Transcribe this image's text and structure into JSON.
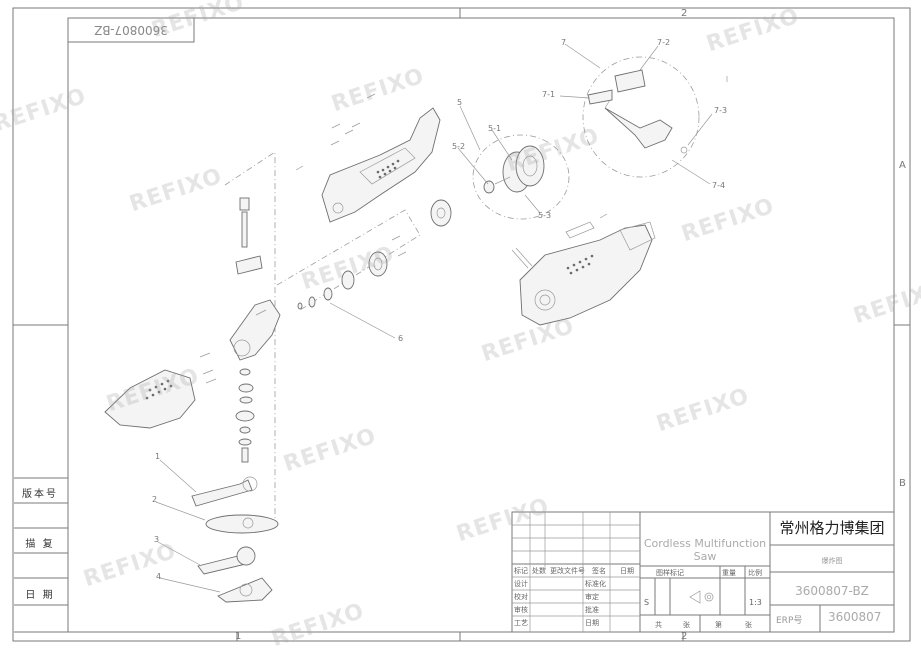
{
  "corner_code": "3600807-BZ",
  "zone_labels": {
    "top": "2",
    "bottom": "2",
    "bottom_left": "1",
    "right_a": "A",
    "right_b": "B"
  },
  "side_labels": {
    "version": "版本号",
    "description": "描 复",
    "date": "日 期"
  },
  "watermark": "REFIXO",
  "part_labels": {
    "p1": "1",
    "p2": "2",
    "p3": "3",
    "p4": "4",
    "p5": "5",
    "p6": "6",
    "p5_1": "5-1",
    "p5_2": "5-2",
    "p5_3": "5-3",
    "p7": "7",
    "p7_1": "7-1",
    "p7_2": "7-2",
    "p7_3": "7-3",
    "p7_4": "7-4"
  },
  "title_block": {
    "company": "常州格力博集团",
    "product": "Cordless Multifunction Saw",
    "subtitle": "爆炸图",
    "drawing_number": "3600807-BZ",
    "erp_label": "ERP号",
    "erp_value": "3600807",
    "scale": "1:3",
    "rev_headers": [
      "标记",
      "处数",
      "更改文件号",
      "签名",
      "日期"
    ],
    "row_labels": [
      "设计",
      "校对",
      "审核",
      "工艺"
    ],
    "sign_labels": [
      "标准化",
      "审定",
      "批准",
      "日期"
    ],
    "stage_labels": [
      "图样标记",
      "重量",
      "比例"
    ],
    "sheet_labels": [
      "共",
      "张",
      "第",
      "张"
    ],
    "stage_value": "S"
  },
  "colors": {
    "frame": "#7a7a7a",
    "watermark": "#bdbdbd",
    "company_text": "#222222"
  }
}
